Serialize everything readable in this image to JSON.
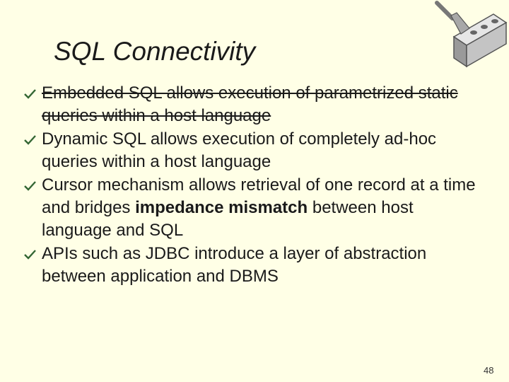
{
  "slide": {
    "title": "SQL Connectivity",
    "page_number": "48",
    "bullets": [
      {
        "text": "Embedded SQL allows execution of parametrized static queries within a host language"
      },
      {
        "text": "Dynamic SQL allows execution of completely ad-hoc queries within a host language"
      },
      {
        "before": "Cursor mechanism allows retrieval of one record at a time and bridges ",
        "bold": "impedance mismatch",
        "after": " between host language and SQL"
      },
      {
        "text": "APIs such as JDBC introduce a layer of abstraction between application and DBMS"
      }
    ],
    "colors": {
      "background": "#ffffe6",
      "bullet_marker": "#336633",
      "text": "#1a1a1a"
    },
    "icons": {
      "logo": "trowel-and-brick-icon",
      "bullet": "checkmark-bullet-icon"
    }
  }
}
